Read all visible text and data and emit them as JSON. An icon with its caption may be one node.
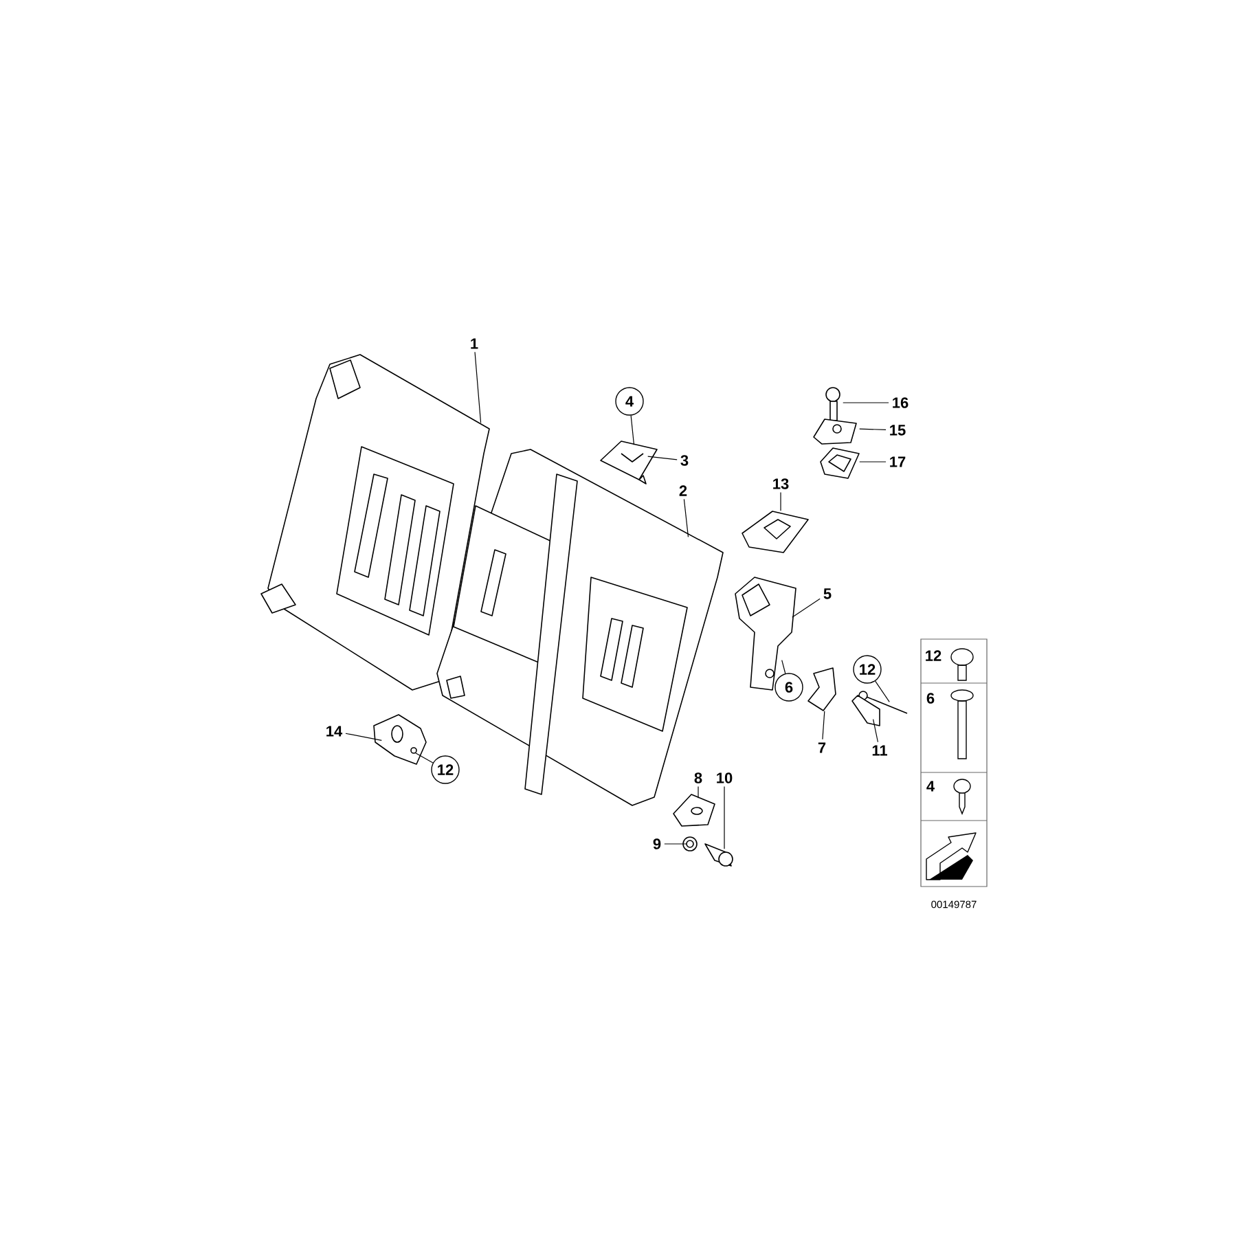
{
  "diagram": {
    "nodes": [
      {
        "text": [
          "1"
        ]
      },
      {
        "text": [],
        "shape": "picture"
      },
      {
        "text": [
          "4"
        ]
      },
      {
        "text": [
          "3"
        ]
      },
      {
        "text": [],
        "shape": "picture"
      },
      {
        "text": [
          "2"
        ]
      },
      {
        "text": [],
        "shape": "picture"
      },
      {
        "text": [
          "16"
        ]
      },
      {
        "text": [],
        "shape": "picture"
      },
      {
        "text": [
          "15"
        ]
      },
      {
        "text": [],
        "shape": "picture"
      },
      {
        "text": [
          "17"
        ]
      },
      {
        "text": [],
        "shape": "picture"
      },
      {
        "text": [
          "13"
        ]
      },
      {
        "text": [],
        "shape": "picture"
      },
      {
        "text": [
          "5"
        ]
      },
      {
        "text": [],
        "shape": "picture"
      },
      {
        "text": [
          "6"
        ]
      },
      {
        "text": [
          "7"
        ]
      },
      {
        "text": [],
        "shape": "picture"
      },
      {
        "text": [
          "12"
        ]
      },
      {
        "text": [],
        "shape": "picture"
      },
      {
        "text": [
          "11"
        ]
      },
      {
        "text": [],
        "shape": "picture"
      },
      {
        "text": [
          "14"
        ]
      },
      {
        "text": [],
        "shape": "picture"
      },
      {
        "text": [
          "12"
        ]
      },
      {
        "text": [
          "8"
        ]
      },
      {
        "text": [],
        "shape": "picture"
      },
      {
        "text": [
          "10"
        ]
      },
      {
        "text": [],
        "shape": "picture"
      },
      {
        "text": [
          "9"
        ]
      },
      {
        "text": [],
        "shape": "picture"
      }
    ],
    "edges": [
      {
        "from": 0,
        "to": 1,
        "arrow": "none"
      },
      {
        "from": 2,
        "to": 4,
        "arrow": "none"
      },
      {
        "from": 3,
        "to": 4,
        "arrow": "none"
      },
      {
        "from": 5,
        "to": 6,
        "arrow": "none"
      },
      {
        "from": 7,
        "to": 8,
        "arrow": "none"
      },
      {
        "from": 9,
        "to": 10,
        "arrow": "none"
      },
      {
        "from": 11,
        "to": 12,
        "arrow": "none"
      },
      {
        "from": 13,
        "to": 14,
        "arrow": "none"
      },
      {
        "from": 15,
        "to": 16,
        "arrow": "none"
      },
      {
        "from": 17,
        "to": 16,
        "arrow": "none"
      },
      {
        "from": 18,
        "to": 19,
        "arrow": "none"
      },
      {
        "from": 20,
        "to": 21,
        "arrow": "none"
      },
      {
        "from": 22,
        "to": 23,
        "arrow": "none"
      },
      {
        "from": 24,
        "to": 25,
        "arrow": "none"
      },
      {
        "from": 26,
        "to": 25,
        "arrow": "none"
      },
      {
        "from": 27,
        "to": 28,
        "arrow": "none"
      },
      {
        "from": 29,
        "to": 30,
        "arrow": "none"
      },
      {
        "from": 31,
        "to": 32,
        "arrow": "none"
      }
    ],
    "labels": [
      "12",
      "6",
      "4",
      "00149787"
    ]
  }
}
